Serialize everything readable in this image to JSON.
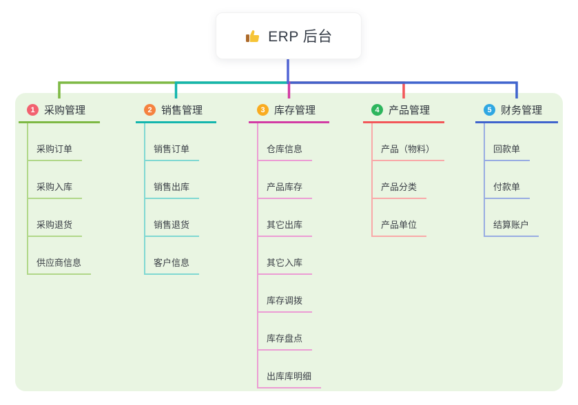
{
  "root": {
    "label": "ERP 后台",
    "icon": "thumbs-up-icon"
  },
  "branches": [
    {
      "id": "1",
      "label": "采购管理",
      "color": "#7db843",
      "light_color": "#b0d788",
      "badge_color": "#f2616f",
      "children": [
        "采购订单",
        "采购入库",
        "采购退货",
        "供应商信息"
      ]
    },
    {
      "id": "2",
      "label": "销售管理",
      "color": "#13b5ad",
      "light_color": "#7fd8d2",
      "badge_color": "#f5823f",
      "children": [
        "销售订单",
        "销售出库",
        "销售退货",
        "客户信息"
      ]
    },
    {
      "id": "3",
      "label": "库存管理",
      "color": "#d23ba4",
      "light_color": "#ec9bd4",
      "badge_color": "#f9ab20",
      "children": [
        "仓库信息",
        "产品库存",
        "其它出库",
        "其它入库",
        "库存调拨",
        "库存盘点",
        "出库库明细"
      ]
    },
    {
      "id": "4",
      "label": "产品管理",
      "color": "#f25658",
      "light_color": "#f9a8a8",
      "badge_color": "#2db55d",
      "children": [
        "产品（物料）",
        "产品分类",
        "产品单位"
      ]
    },
    {
      "id": "5",
      "label": "财务管理",
      "color": "#3f63cd",
      "light_color": "#97abe2",
      "badge_color": "#2fa7e2",
      "children": [
        "回款单",
        "付款单",
        "结算账户"
      ]
    }
  ],
  "canvas": {
    "panel_bg": "#e9f5e2",
    "trunk_color": "#5164d6"
  }
}
